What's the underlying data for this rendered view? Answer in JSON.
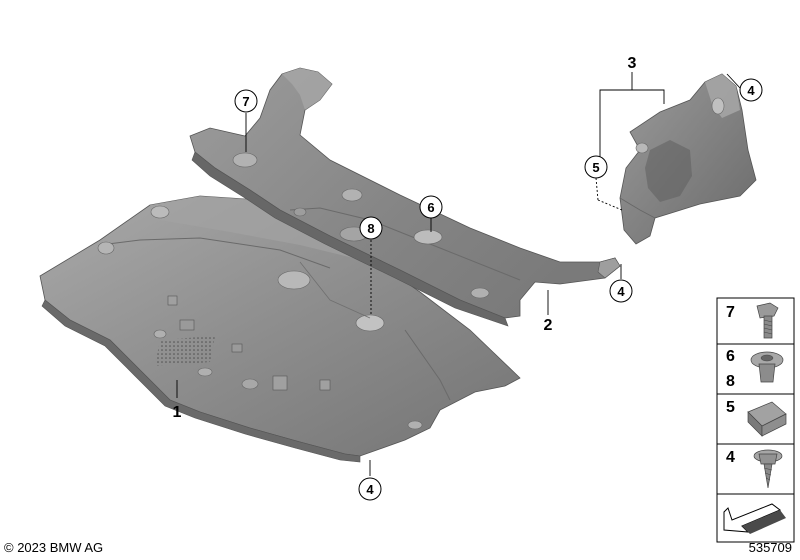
{
  "callouts": {
    "part_1": "1",
    "part_2": "2",
    "part_3": "3",
    "ref_7": "7",
    "ref_8": "8",
    "ref_6": "6",
    "ref_5": "5",
    "ref_4_top": "4",
    "ref_4_mid": "4",
    "ref_4_bottom": "4"
  },
  "legend": {
    "row_7": "7",
    "row_6": "6",
    "row_8": "8",
    "row_5": "5",
    "row_4": "4"
  },
  "footer": {
    "copyright": "© 2023 BMW AG",
    "diagram_number": "535709"
  },
  "colors": {
    "part_fill": "#8c8c8c",
    "part_dark": "#6e6e6e",
    "part_light": "#b4b4b4",
    "line": "#000000"
  }
}
